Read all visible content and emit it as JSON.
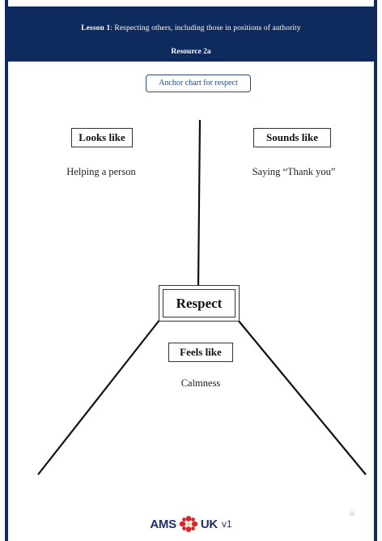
{
  "header": {
    "lesson_prefix": "Lesson 1",
    "lesson_title": ": Respecting others, including those in positions of authority",
    "resource": "Resource 2a"
  },
  "anchor_chart": {
    "title": "Anchor chart for respect"
  },
  "chart": {
    "center_label": "Respect",
    "sections": {
      "looks_like": {
        "heading": "Looks like",
        "answer": "Helping a person"
      },
      "sounds_like": {
        "heading": "Sounds like",
        "answer": "Saying “Thank you”"
      },
      "feels_like": {
        "heading": "Feels like",
        "answer": "Calmness"
      }
    }
  },
  "footer": {
    "logo_left": "AMS",
    "logo_right": "UK",
    "logo_version": "v1",
    "page_number": "11"
  },
  "colors": {
    "header_bg": "#0f2a5c",
    "logo_text": "#1f2f6a",
    "logo_flower": "#d9262b"
  },
  "icons": {
    "logo_mark": "flower-logo-icon"
  }
}
